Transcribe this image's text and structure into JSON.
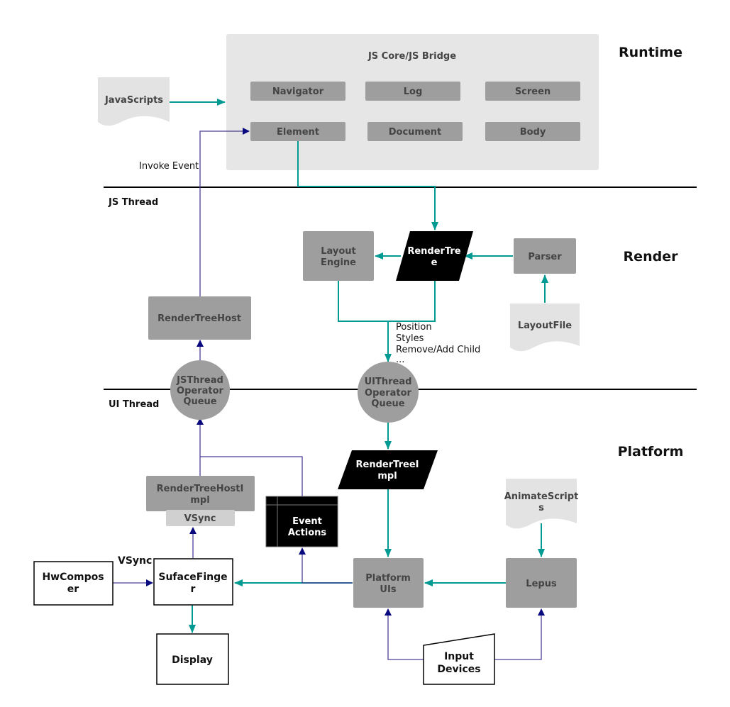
{
  "sections": {
    "runtime": "Runtime",
    "render": "Render",
    "platform": "Platform"
  },
  "threads": {
    "js": "JS Thread",
    "ui": "UI Thread"
  },
  "runtime_panel": {
    "title": "JS Core/JS Bridge",
    "modules": [
      "Navigator",
      "Log",
      "Screen",
      "Element",
      "Document",
      "Body"
    ]
  },
  "nodes": {
    "javascripts": "JavaScripts",
    "layout_engine": [
      "Layout",
      "Engine"
    ],
    "render_tree": [
      "RenderTre",
      "e"
    ],
    "parser": "Parser",
    "layout_file": "LayoutFile",
    "render_tree_host": "RenderTreeHost",
    "js_queue": [
      "JSThread",
      "Operator",
      "Queue"
    ],
    "ui_queue": [
      "UIThread",
      "Operator",
      "Queue"
    ],
    "render_tree_impl": [
      "RenderTreeI",
      "mpl"
    ],
    "render_tree_host_impl": [
      "RenderTreeHostI",
      "mpl"
    ],
    "vsync_tab": "VSync",
    "event_actions": [
      "Event",
      "Actions"
    ],
    "animate_scripts": [
      "AnimateScript",
      "s"
    ],
    "hw_composer": [
      "HwCompos",
      "er"
    ],
    "surface_finger": [
      "SufaceFinge",
      "r"
    ],
    "platform_uis": [
      "Platform",
      "UIs"
    ],
    "lepus": "Lepus",
    "display": "Display",
    "input_devices": [
      "Input",
      "Devices"
    ]
  },
  "edge_labels": {
    "invoke_event": "Invoke Event",
    "vsync": "VSync",
    "ops": [
      "Position",
      "Styles",
      "Remove/Add Child",
      "..."
    ]
  },
  "colors": {
    "panel": "#e6e6e6",
    "node": "#9e9e9e",
    "doc": "#e3e3e3",
    "black": "#000000",
    "teal": "#009a93",
    "navy": "#4b3f96"
  }
}
